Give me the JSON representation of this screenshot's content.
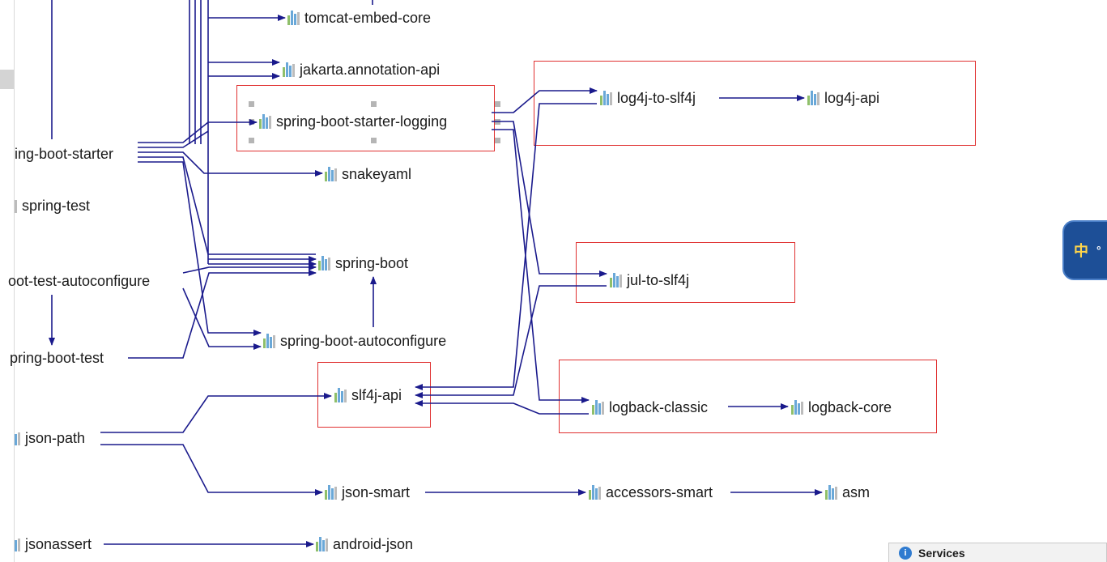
{
  "nodes": {
    "tomcat_embed_core": "tomcat-embed-core",
    "jakarta_annotation_api": "jakarta.annotation-api",
    "spring_boot_starter_logging": "spring-boot-starter-logging",
    "spring_boot_starter": "ing-boot-starter",
    "snakeyaml": "snakeyaml",
    "spring_test": "spring-test",
    "spring_boot": "spring-boot",
    "boot_test_autoconfigure": "oot-test-autoconfigure",
    "spring_boot_autoconfigure": "spring-boot-autoconfigure",
    "spring_boot_test": "pring-boot-test",
    "slf4j_api": "slf4j-api",
    "log4j_to_slf4j": "log4j-to-slf4j",
    "log4j_api": "log4j-api",
    "jul_to_slf4j": "jul-to-slf4j",
    "logback_classic": "logback-classic",
    "logback_core": "logback-core",
    "json_path": "json-path",
    "json_smart": "json-smart",
    "accessors_smart": "accessors-smart",
    "asm": "asm",
    "jsonassert": "jsonassert",
    "android_json": "android-json"
  },
  "ime": {
    "label": "中",
    "extra": "°"
  },
  "services_panel": {
    "label": "Services",
    "icon": "info-icon"
  },
  "colors": {
    "edge": "#1a1a8c",
    "highlight_box": "#e03030",
    "icon_bars": [
      "#8fbf6a",
      "#6aa8d8",
      "#6aa8d8",
      "#bcbcbc"
    ]
  }
}
